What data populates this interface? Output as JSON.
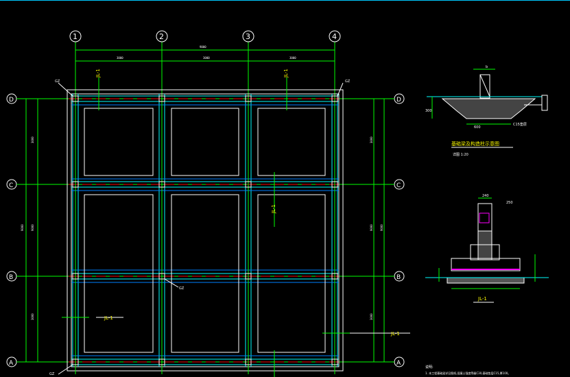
{
  "axes": {
    "columns": [
      "1",
      "2",
      "3",
      "4"
    ],
    "rows": [
      "D",
      "C",
      "B",
      "A"
    ]
  },
  "dims": {
    "total_width": "9000",
    "bay_top_1": "3000",
    "bay_top_2": "3000",
    "bay_top_3": "3000",
    "left_bay_1": "3000",
    "left_total": "9000",
    "left_bay_3": "3000",
    "right_bay_1": "3000",
    "right_total": "9000",
    "right_bay_3": "3000",
    "side_250": "250"
  },
  "labels": {
    "jl1": "JL-1",
    "gz": "GZ",
    "detail_title": "基础梁及构造柱示意图",
    "detail_sub": "详图 1:20",
    "section_label": "JL-1",
    "dim_600": "600",
    "dim_300": "300",
    "dim_b": "b",
    "dim_240": "240",
    "mat_c15": "C15垫层",
    "note_title": "说明:",
    "note_line": "1. 本工程基础梁详见图纸,混凝土强度等级C30,基础垫层C15,厚100。"
  },
  "colors": {
    "green": "#00ff00",
    "white": "#ffffff",
    "red": "#ff0000",
    "cyan": "#00ffff",
    "yellow": "#ffff00",
    "magenta": "#ff00ff",
    "blue": "#0080ff"
  }
}
